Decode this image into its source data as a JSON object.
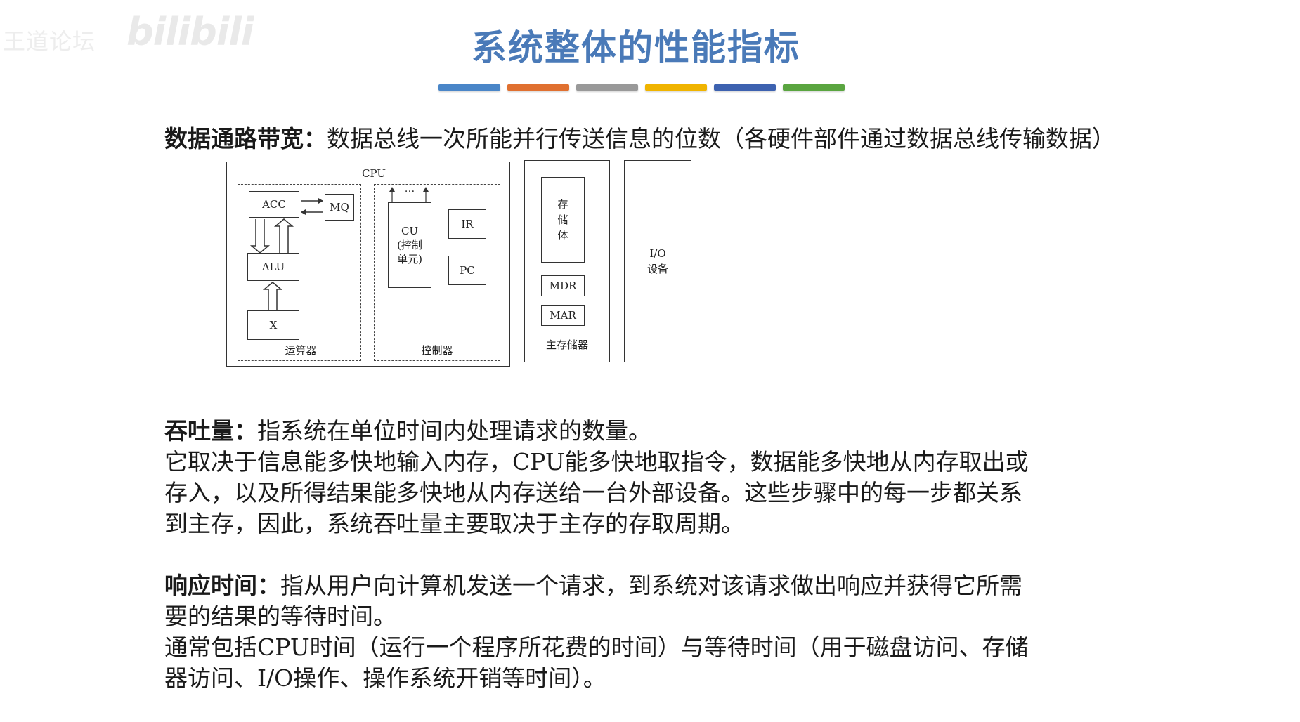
{
  "watermark": {
    "text": "王道论坛",
    "logo": "bilibili"
  },
  "title": "系统整体的性能指标",
  "color_strip": [
    "#4a86c8",
    "#e07030",
    "#999999",
    "#f0b400",
    "#3d62b0",
    "#5aa540"
  ],
  "bandwidth": {
    "term": "数据通路带宽：",
    "text": "数据总线一次所能并行传送信息的位数（各硬件部件通过数据总线传输数据）"
  },
  "diagram": {
    "cpu_label": "CPU",
    "acc": "ACC",
    "mq": "MQ",
    "alu": "ALU",
    "x": "X",
    "alu_unit_label": "运算器",
    "cu_line1": "CU",
    "cu_line2": "(控制",
    "cu_line3": "单元)",
    "ir": "IR",
    "pc": "PC",
    "controller_label": "控制器",
    "dots": "· · ·",
    "memory_body_1": "存",
    "memory_body_2": "储",
    "memory_body_3": "体",
    "mdr": "MDR",
    "mar": "MAR",
    "main_memory_label": "主存储器",
    "io_line1": "I/O",
    "io_line2": "设备"
  },
  "throughput": {
    "term": "吞吐量：",
    "line1_rest": "指系统在单位时间内处理请求的数量。",
    "line2": "它取决于信息能多快地输入内存，CPU能多快地取指令，数据能多快地从内存取出或",
    "line3": "存入，以及所得结果能多快地从内存送给一台外部设备。这些步骤中的每一步都关系",
    "line4": "到主存，因此，系统吞吐量主要取决于主存的存取周期。"
  },
  "response": {
    "term": "响应时间：",
    "line1_rest": "指从用户向计算机发送一个请求，到系统对该请求做出响应并获得它所需",
    "line2": "要的结果的等待时间。",
    "line3": "通常包括CPU时间（运行一个程序所花费的时间）与等待时间（用于磁盘访问、存储",
    "line4": "器访问、I/O操作、操作系统开销等时间）。"
  }
}
